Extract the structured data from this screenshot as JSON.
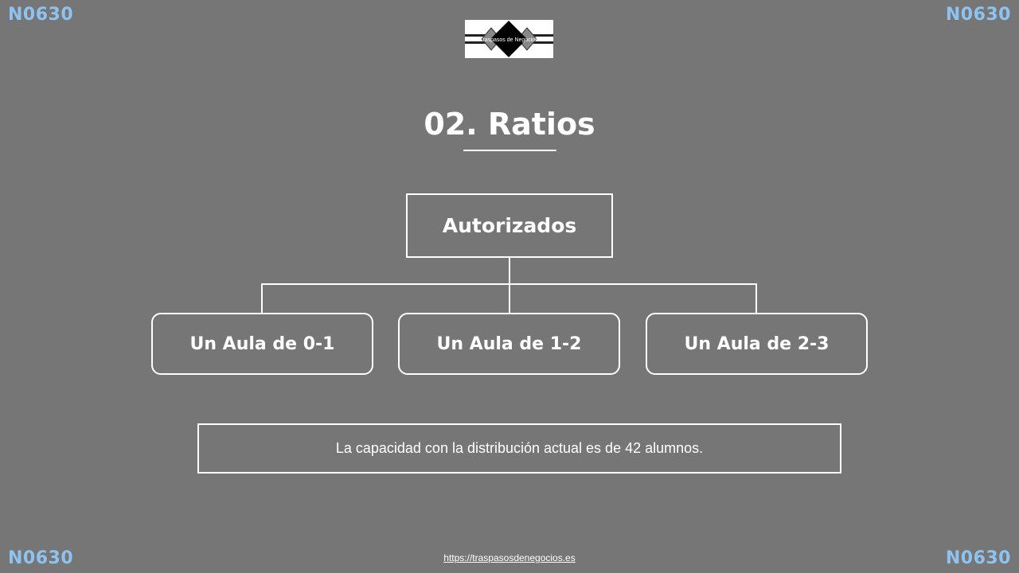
{
  "corner_code": "N0630",
  "logo": {
    "text": "Traspasos de Negocios"
  },
  "title": "02. Ratios",
  "diagram": {
    "root": "Autorizados",
    "children": [
      "Un Aula de 0-1",
      "Un Aula de 1-2",
      "Un Aula de 2-3"
    ]
  },
  "note": "La capacidad con la distribución actual es de 42 alumnos.",
  "footer_link": "https://traspasosdenegocios.es",
  "colors": {
    "background": "#767676",
    "corner_code": "#8ec3f0",
    "foreground": "#ffffff"
  }
}
